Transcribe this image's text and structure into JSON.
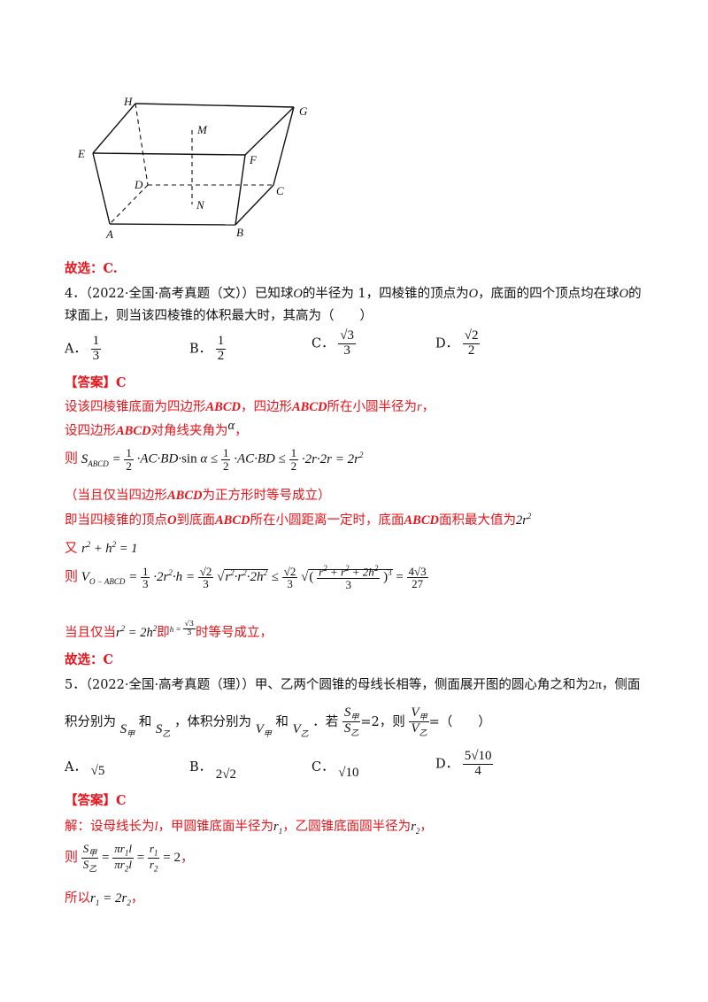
{
  "figure": {
    "labels": {
      "H": "H",
      "G": "G",
      "M": "M",
      "E": "E",
      "F": "F",
      "D": "D",
      "C": "C",
      "N": "N",
      "A": "A",
      "B": "B"
    }
  },
  "prev_answer": "故选：C.",
  "q4": {
    "line1": "4．（2022·全国·高考真题（文））已知球",
    "O1": "O",
    "mid1": "的半径为 1，四棱锥的顶点为",
    "O2": "O",
    "mid2": "，底面的四个顶点均在球",
    "O3": "O",
    "end1": "的",
    "line2": "球面上，则当该四棱锥的体积最大时，其高为（　　）",
    "options": {
      "A": {
        "label": "A．",
        "num": "1",
        "den": "3"
      },
      "B": {
        "label": "B．",
        "num": "1",
        "den": "2"
      },
      "C": {
        "label": "C．",
        "num": "√3",
        "den": "3"
      },
      "D": {
        "label": "D．",
        "num": "√2",
        "den": "2"
      }
    },
    "answer_tag": "【答案】C",
    "s1": "设该四棱锥底面为四边形",
    "s1b": "ABCD",
    "s1c": "，四边形",
    "s1d": "ABCD",
    "s1e": "所在小圆半径为",
    "s1f": "r",
    "s1g": "，",
    "s2a": "设四边形",
    "s2b": "ABCD",
    "s2c": "对角线夹角为",
    "s2d": "α",
    "s2e": "，",
    "s3_prefix": "则",
    "s4": "（当且仅当四边形",
    "s4b": "ABCD",
    "s4c": "为正方形时等号成立）",
    "s5a": "即当四棱锥的顶点",
    "s5b": "O",
    "s5c": "到底面",
    "s5d": "ABCD",
    "s5e": "所在小圆距离一定时，底面",
    "s5f": "ABCD",
    "s5g": "面积最大值为",
    "s6a": "又",
    "s7_prefix": "则",
    "s8a": "当且仅当",
    "s8b": "即",
    "s8c": "时等号成立，",
    "final": "故选：C"
  },
  "q5": {
    "line1": "5．（2022·全国·高考真题（理））甲、乙两个圆锥的母线长相等，侧面展开图的圆心角之和为",
    "two_pi": "2π",
    "line1_end": "，侧面",
    "line2a": "积分别为",
    "line2b": "和",
    "line2c": "，体积分别为",
    "line2d": "和",
    "line2e": "．若",
    "line2f": "=2，则",
    "line2g": "=（　　）",
    "S_jia": "S",
    "S_jia_sub": "甲",
    "S_yi": "S",
    "S_yi_sub": "乙",
    "V_jia": "V",
    "V_jia_sub": "甲",
    "V_yi": "V",
    "V_yi_sub": "乙",
    "options": {
      "A": {
        "label": "A．",
        "val": "√5"
      },
      "B": {
        "label": "B．",
        "val": "2√2"
      },
      "C": {
        "label": "C．",
        "val": "√10"
      },
      "D": {
        "label": "D．",
        "num": "5√10",
        "den": "4"
      }
    },
    "answer_tag": "【答案】C",
    "s1a": "解：设母线长为",
    "s1b": "l",
    "s1c": "，甲圆锥底面半径为",
    "s1d": "r",
    "s1e": "，乙圆锥底面圆半径为",
    "s1f": "r",
    "s1g": "，",
    "s2_prefix": "则",
    "s3a": "所以",
    "s3b": "，"
  }
}
